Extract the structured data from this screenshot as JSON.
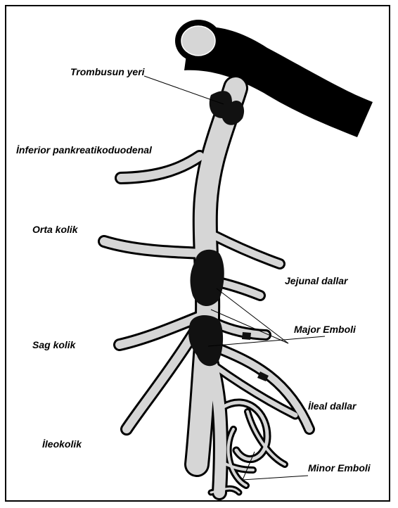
{
  "labels": {
    "thrombus_site": "Trombusun yeri",
    "inferior_pancreaticoduodenal": "İnferior pankreatikoduodenal",
    "middle_colic": "Orta kolik",
    "jejunal_branches": "Jejunal dallar",
    "major_emboli": "Major Emboli",
    "right_colic": "Sag kolik",
    "ileal_branches": "İleal dallar",
    "ileocolic": "İleokolik",
    "minor_emboli": "Minor Emboli"
  },
  "colors": {
    "vessel_fill": "#d6d6d6",
    "aorta_fill": "#000000",
    "emboli_fill": "#111111",
    "outline": "#000000"
  }
}
